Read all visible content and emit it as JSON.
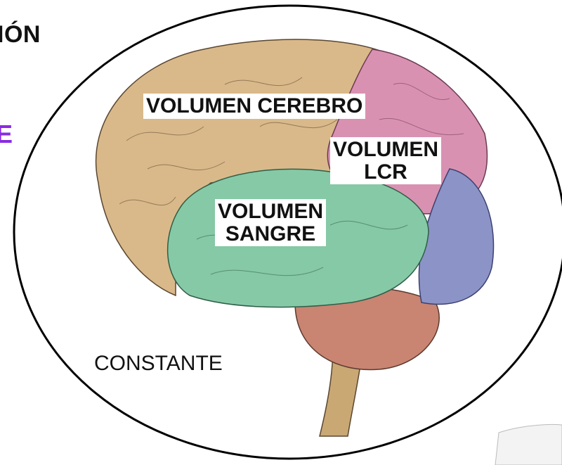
{
  "texts": {
    "title_fragment": "IÓN",
    "purple_fragment": "E",
    "volumen_cerebro": "VOLUMEN CEREBRO",
    "volumen_lcr_line1": "VOLUMEN",
    "volumen_lcr_line2": "LCR",
    "volumen_sangre_line1": "VOLUMEN",
    "volumen_sangre_line2": "SANGRE",
    "constante": "CONSTANTE"
  },
  "colors": {
    "brain_tan": "#d9b98a",
    "lcr_pink": "#d991b2",
    "blood_green": "#86c9a6",
    "occipital_blue": "#8b93c7",
    "cerebellum_red": "#c98472",
    "stem_tan": "#c9a874",
    "accent_purple": "#8a2be2"
  }
}
